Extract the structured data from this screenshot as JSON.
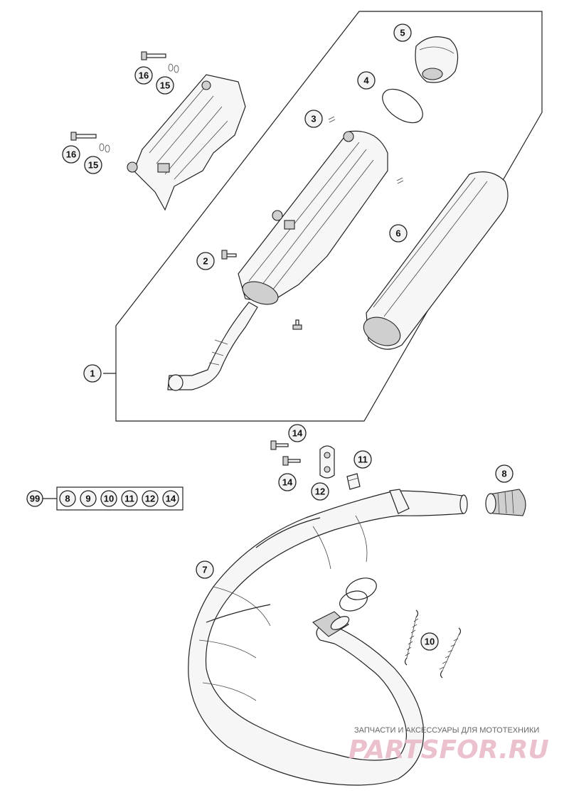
{
  "callouts": {
    "c1": "1",
    "c2": "2",
    "c3": "3",
    "c4": "4",
    "c5": "5",
    "c6": "6",
    "c7": "7",
    "c8": "8",
    "c10": "10",
    "c11": "11",
    "c12": "12",
    "c14a": "14",
    "c14b": "14",
    "c15a": "15",
    "c15b": "15",
    "c16a": "16",
    "c16b": "16"
  },
  "kit": {
    "label": "99",
    "items": [
      "8",
      "9",
      "10",
      "11",
      "12",
      "14"
    ]
  },
  "watermark": {
    "tagline": "ЗАПЧАСТИ И АКСЕССУАРЫ ДЛЯ МОТОТЕХНИКИ",
    "logo": "PARTSFOR.RU"
  }
}
